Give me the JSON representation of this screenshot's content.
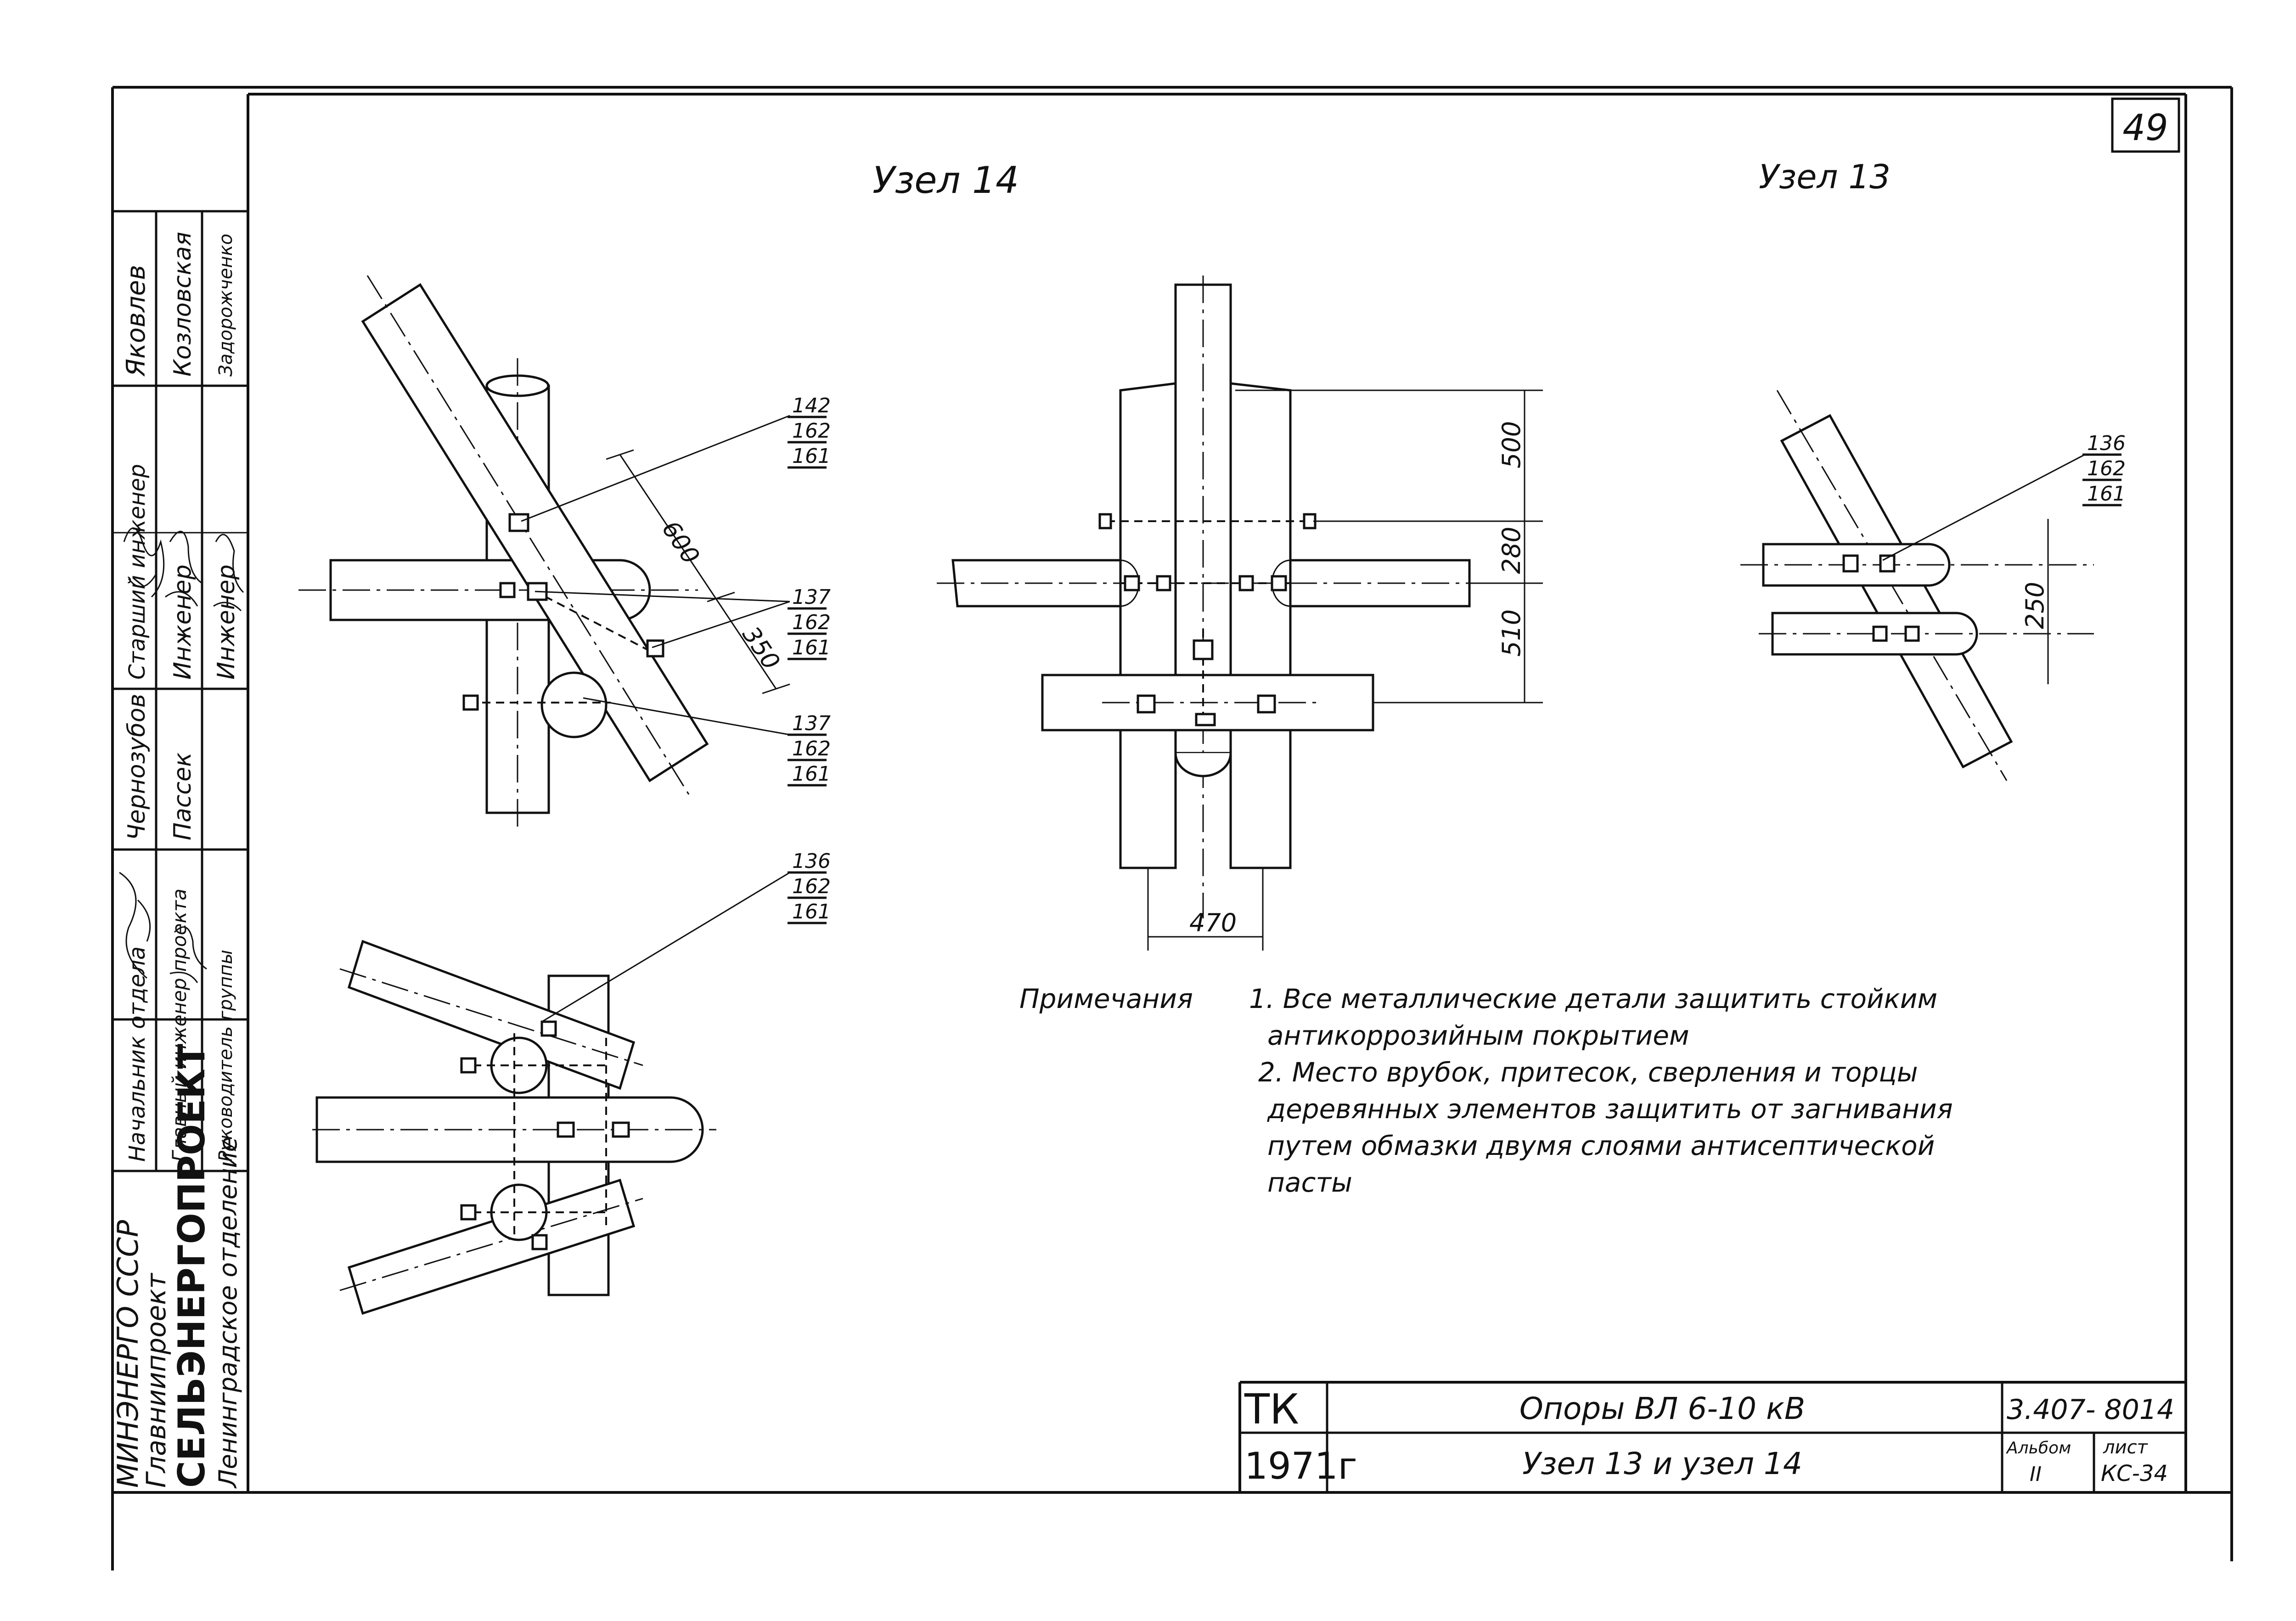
{
  "sheet_number": "49",
  "titles": {
    "node14": "Узел 14",
    "node13": "Узел 13"
  },
  "node14_top": {
    "callout_a": [
      "142",
      "162",
      "161"
    ],
    "callout_b": [
      "137",
      "162",
      "161"
    ],
    "callout_c": [
      "137",
      "162",
      "161"
    ],
    "dim_diag_1": "600",
    "dim_diag_2": "350"
  },
  "node14_bottom": {
    "callout": [
      "136",
      "162",
      "161"
    ]
  },
  "node_center": {
    "dim_500": "500",
    "dim_280": "280",
    "dim_510": "510",
    "dim_470": "470"
  },
  "node13": {
    "callout": [
      "136",
      "162",
      "161"
    ],
    "dim_250": "250"
  },
  "notes": {
    "label": "Примечания",
    "items": [
      "1. Все   металлические   детали защитить стойким",
      "антикоррозийным покрытием",
      "2. Место  врубок, притесок, сверления и торцы",
      "деревянных элементов защитить от загнивания",
      "путем обмазки двумя слоями антисептической",
      "пасты"
    ]
  },
  "side_stamp": {
    "org_lines": [
      "МИНЭНЕРГО СССР",
      "Главниипроект",
      "СЕЛЬЭНЕРГОПРОЕКТ",
      "Ленинградское отделение"
    ],
    "rows": [
      {
        "role": "Начальник отдела",
        "name": "Чернозубов"
      },
      {
        "role": "Главный инженер проекта",
        "name": "Пассек"
      },
      {
        "role": "Старший инженер",
        "name": "Яковлев"
      },
      {
        "role": "Инженер",
        "name": "Козловская"
      },
      {
        "role": "Инженер",
        "name": "Задорожченко"
      },
      {
        "role": "Руководитель группы",
        "name": ""
      }
    ]
  },
  "title_block": {
    "code": "ТК",
    "year": "1971г",
    "title1": "Опоры ВЛ 6-10 кВ",
    "title2": "Узел 13 и узел 14",
    "doc_number": "3.407- 8014",
    "album_label": "Альбом",
    "album_value": "II",
    "sheet_label": "лист",
    "sheet_value": "КС-34"
  }
}
